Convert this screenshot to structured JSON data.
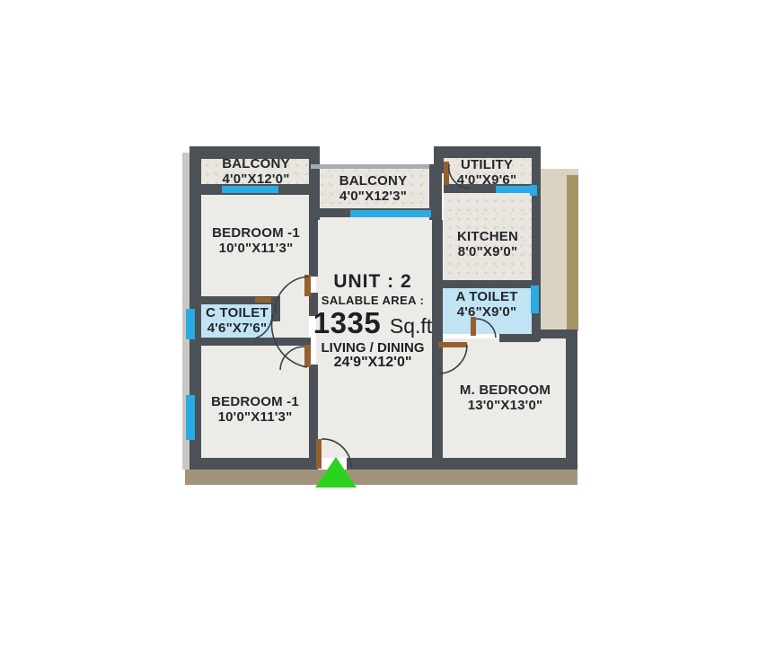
{
  "plan": {
    "unit_title": "UNIT : 2",
    "salable_label": "SALABLE AREA :",
    "area_value": "1335",
    "area_unit": "Sq.ft",
    "living_name": "LIVING / DINING",
    "living_dims": "24'9\"X12'0\""
  },
  "rooms": {
    "balcony_tl": {
      "name": "BALCONY",
      "dims": "4'0\"X12'0\""
    },
    "balcony_mid": {
      "name": "BALCONY",
      "dims": "4'0\"X12'3\""
    },
    "utility": {
      "name": "UTILITY",
      "dims": "4'0\"X9'6\""
    },
    "bedroom_top": {
      "name": "BEDROOM -1",
      "dims": "10'0\"X11'3\""
    },
    "kitchen": {
      "name": "KITCHEN",
      "dims": "8'0\"X9'0\""
    },
    "c_toilet": {
      "name": "C TOILET",
      "dims": "4'6\"X7'6\""
    },
    "a_toilet": {
      "name": "A TOILET",
      "dims": "4'6\"X9'0\""
    },
    "bedroom_bottom": {
      "name": "BEDROOM -1",
      "dims": "10'0\"X11'3\""
    },
    "m_bedroom": {
      "name": "M. BEDROOM",
      "dims": "13'0\"X13'0\""
    }
  },
  "colors": {
    "wall": "#4b5157",
    "window": "#2aabe2",
    "toilet_fill": "#c0e4f3",
    "room_fill": "#edebe7",
    "door_jamb": "#96602e",
    "entrance_arrow": "#2bd31f",
    "shadow_tan": "#a2947a",
    "page_beige": "#d9d3c3",
    "text": "#24262b"
  }
}
